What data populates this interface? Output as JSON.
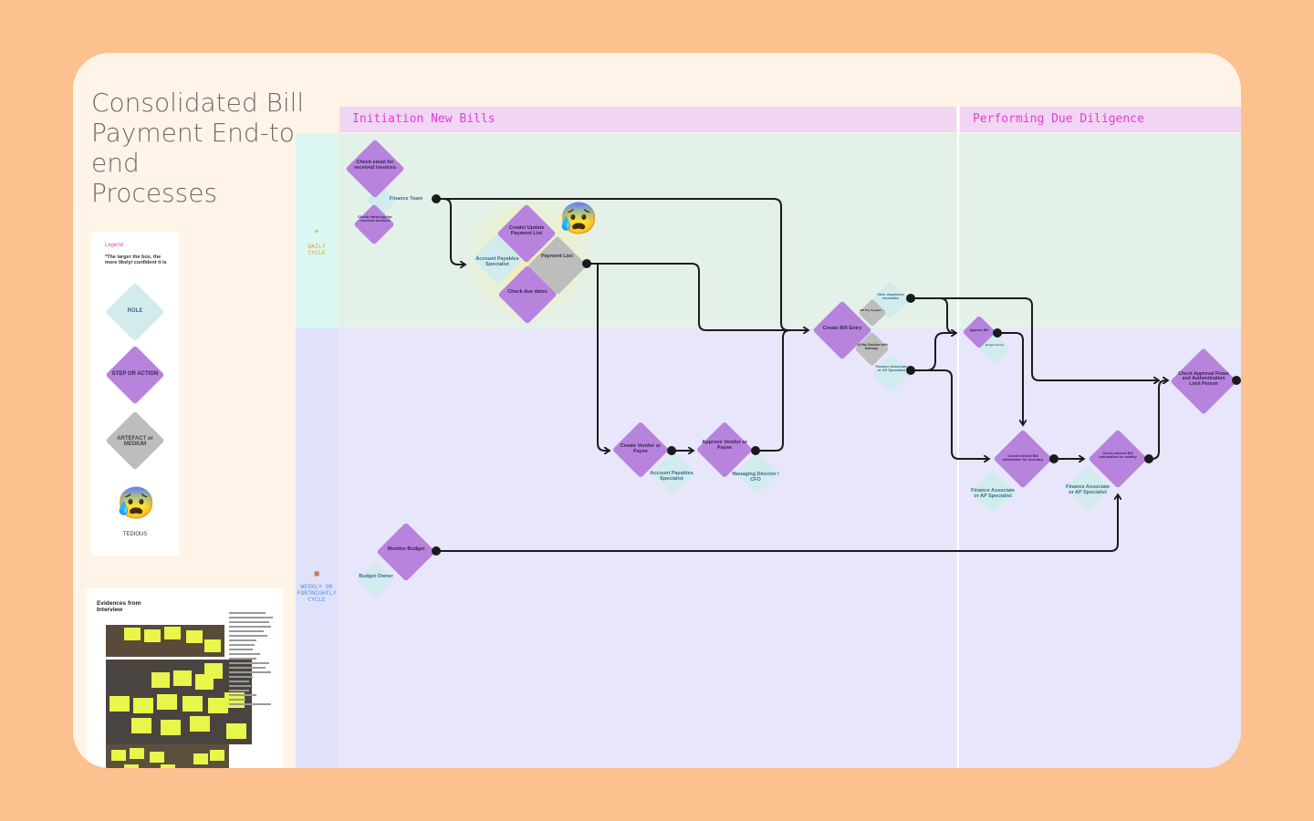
{
  "title": "Consolidated Bill\nPayment End-to-end\nProcesses",
  "phases": {
    "initiation": "Initiation New Bills",
    "diligence": "Performing Due Diligence"
  },
  "lanes": {
    "daily": "DAILY\nCYCLE",
    "weekly": "WEEKLY OR\nFORTNIGHTLY\nCYCLE"
  },
  "nodes": {
    "check_email": "Check email for received invoices",
    "finance_team": "Finance Team",
    "check_hardcopy": "Check hardcopy for received invoices",
    "create_update_list": "Create/ Update Payment List",
    "ap_specialist": "Account Payables Specialist",
    "payment_list": "Payment List:",
    "check_due_dates": "Check due dates",
    "create_vendor": "Create Vendor or Payee",
    "create_vendor_role": "Account Payables Specialist",
    "approve_vendor": "Approve Vendor or Payee",
    "approve_vendor_role": "Managing Director / CFO",
    "create_bill": "Create Bill Entry",
    "other_dept": "Other department associates",
    "bill_pay_a": "Bill Pay Supplier ...",
    "bill_pay_b": "Bill Pay Solution with Gateway",
    "fin_assoc_small": "Finance Associate or AP Specialist",
    "approve_bill": "Approve Bill",
    "budget_owner_small": "Budget Owner",
    "check_accuracy": "Check entered Bill information for accuracy",
    "check_accuracy_role": "Finance Associate or AP Specialist",
    "check_validity": "Check entered Bill information for validity",
    "check_validity_role": "Finance Associate or AP Specialist",
    "check_approval": "Check Approval Flows and Authentication Limit Person",
    "monitor_budget": "Monitor Budget",
    "budget_owner": "Budget Owner",
    "emoji_tedious": "😰"
  },
  "legend": {
    "header": "Legend",
    "note": "*The larger the box, the more likely/ confident it is",
    "role": "ROLE",
    "step": "STEP OR ACTION",
    "artefact": "ARTEFACT or MEDIUM",
    "tedious": "TEDIOUS",
    "tedious_icon": "😰"
  },
  "evidence": {
    "header": "Evidences from Interview"
  },
  "colors": {
    "step": "#b783dd",
    "role": "#d2ecee",
    "artefact": "#bdbdbd",
    "phase_text": "#e33fd3",
    "background": "#fdc08f"
  }
}
